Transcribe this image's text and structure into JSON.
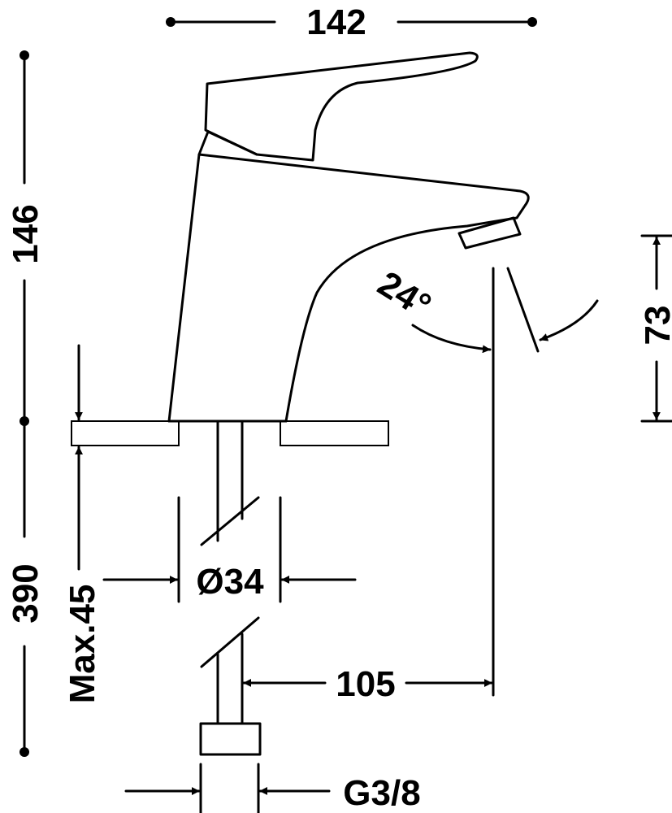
{
  "drawing": {
    "dimensions": {
      "overall_width": "142",
      "overall_height": "146",
      "spout_clearance": "73",
      "spout_angle": "24°",
      "max_counter_thickness": "Max.45",
      "hose_length": "390",
      "hole_diameter": "Ø34",
      "spout_reach": "105",
      "connection_thread": "G3/8"
    },
    "colors": {
      "line": "#000000",
      "background": "#ffffff"
    }
  }
}
